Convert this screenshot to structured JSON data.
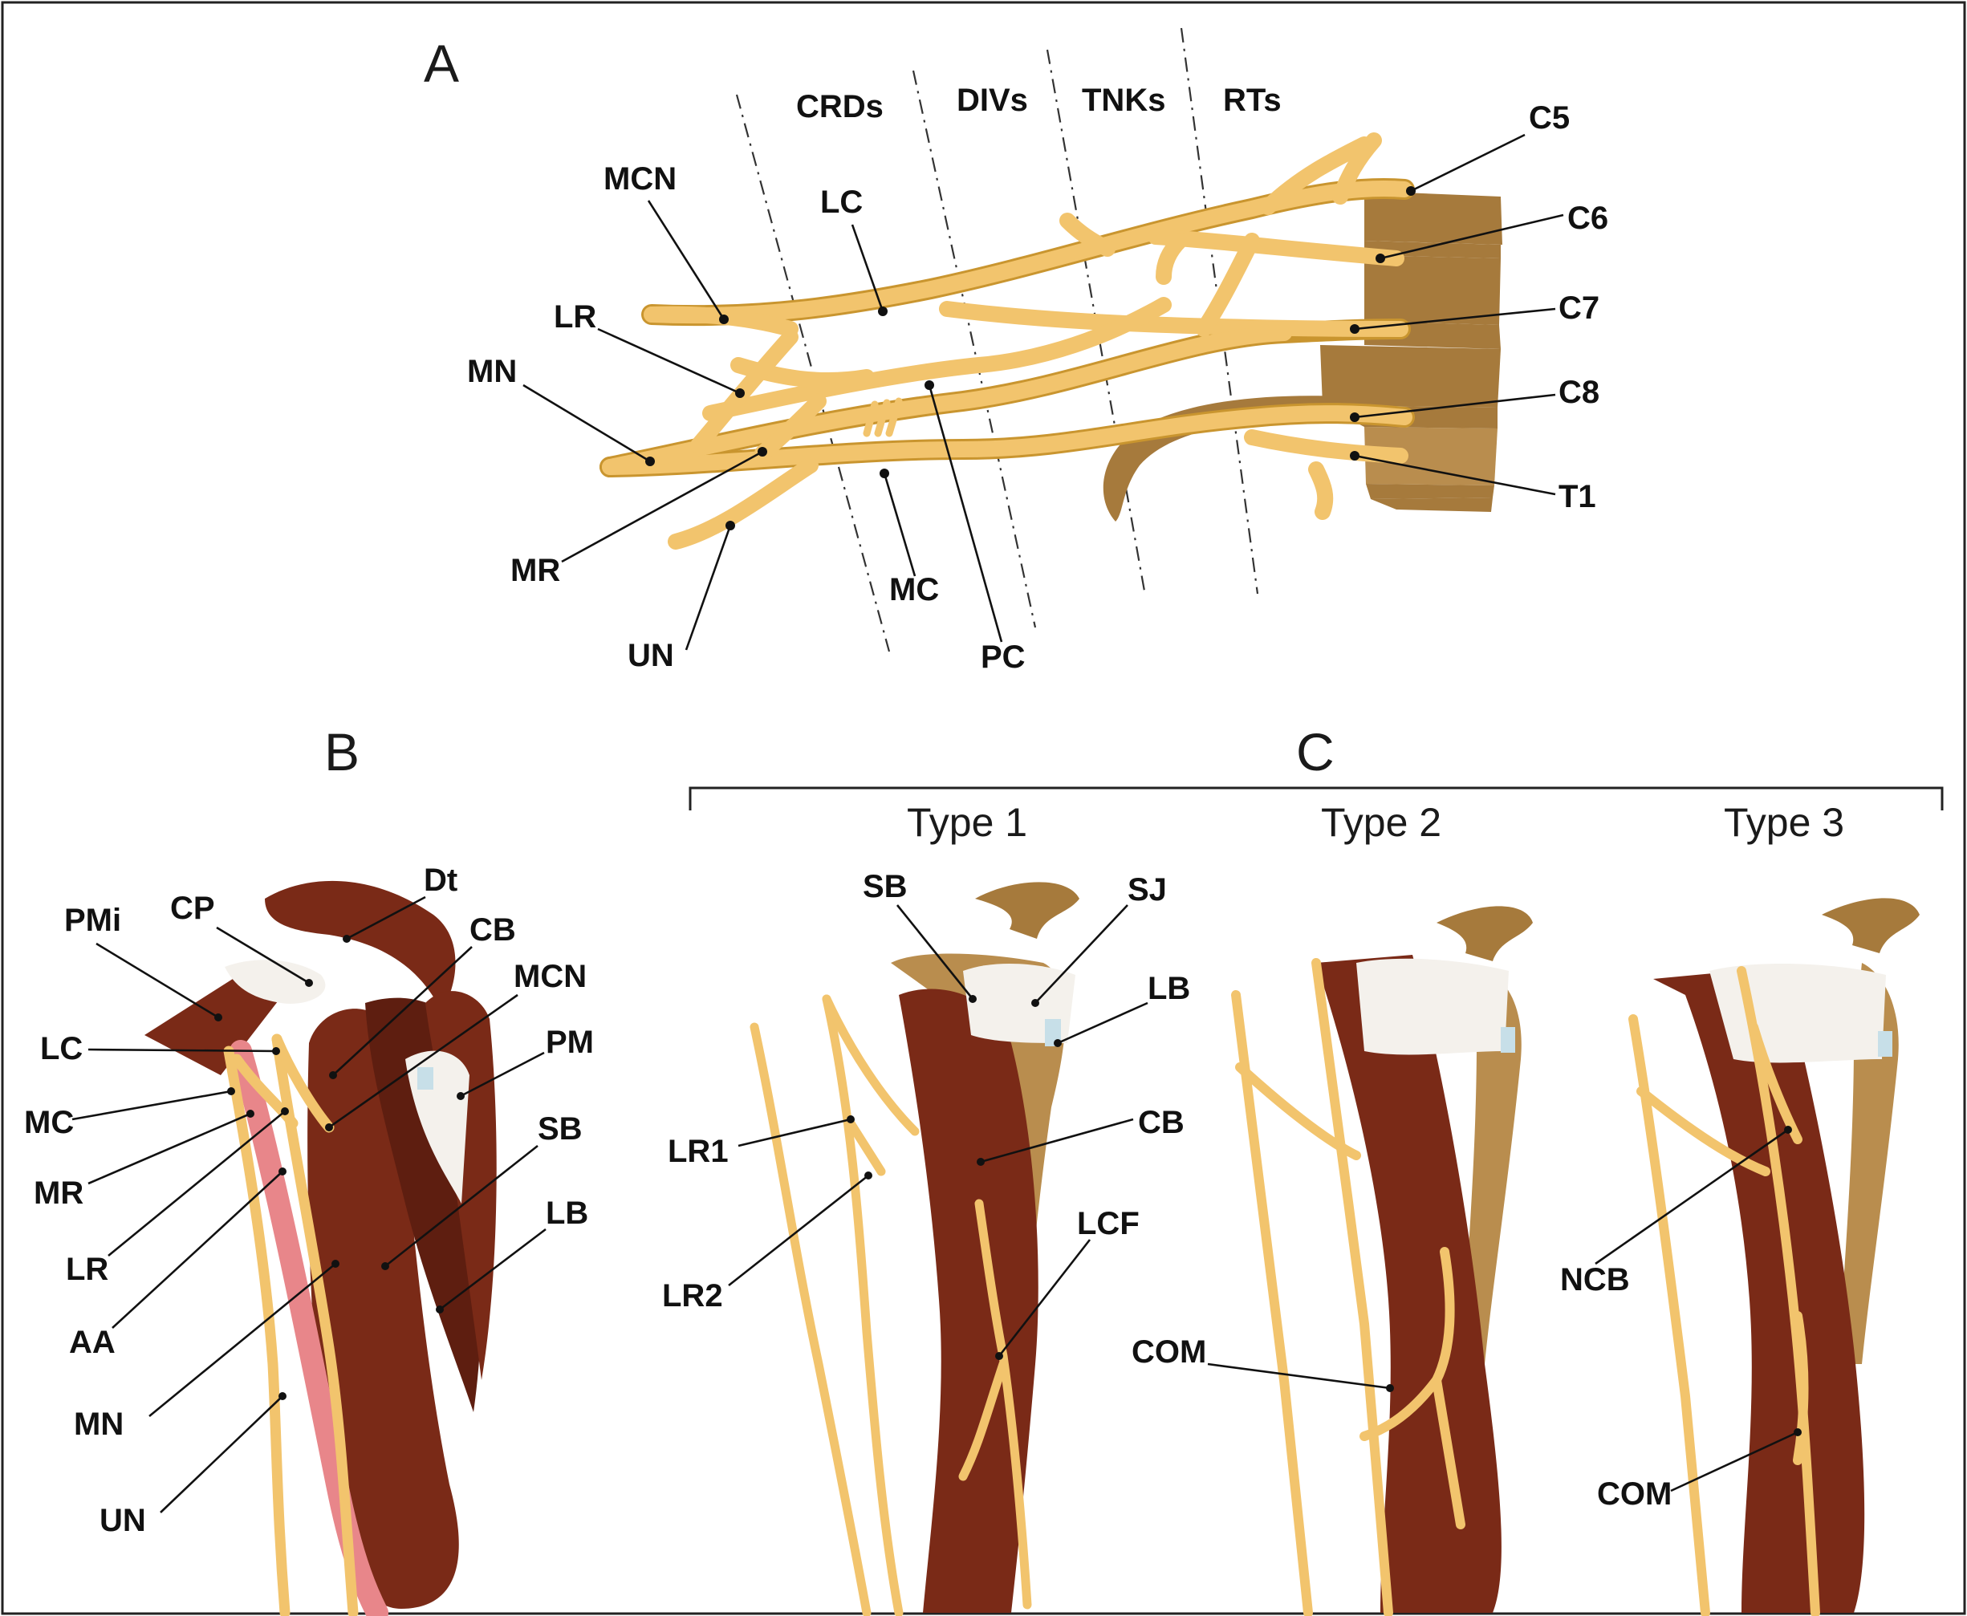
{
  "panels": {
    "a": "A",
    "b": "B",
    "c": "C"
  },
  "panel_a": {
    "sections": [
      "CRDs",
      "DIVs",
      "TNKs",
      "RTs"
    ],
    "roots": [
      "C5",
      "C6",
      "C7",
      "C8",
      "T1"
    ],
    "labels": {
      "mcn": "MCN",
      "lc": "LC",
      "lr": "LR",
      "mn": "MN",
      "mr": "MR",
      "un": "UN",
      "mc": "MC",
      "pc": "PC"
    }
  },
  "panel_b": {
    "labels": {
      "pmi": "PMi",
      "cp": "CP",
      "dt": "Dt",
      "cb": "CB",
      "mcn": "MCN",
      "pm": "PM",
      "sb": "SB",
      "lb": "LB",
      "lc": "LC",
      "mc": "MC",
      "mr": "MR",
      "lr": "LR",
      "aa": "AA",
      "mn": "MN",
      "un": "UN"
    }
  },
  "panel_c": {
    "types": [
      "Type 1",
      "Type 2",
      "Type 3"
    ],
    "type1": {
      "sb": "SB",
      "sj": "SJ",
      "lb": "LB",
      "cb": "CB",
      "lcf": "LCF",
      "lr1": "LR1",
      "lr2": "LR2"
    },
    "type2": {
      "com": "COM"
    },
    "type3": {
      "ncb": "NCB",
      "com": "COM"
    }
  },
  "colors": {
    "nerve": "#f2c46d",
    "muscle": "#7a2a17",
    "bone": "#a67a3c",
    "tendon": "#f4f1ec",
    "artery": "#e8868a"
  }
}
